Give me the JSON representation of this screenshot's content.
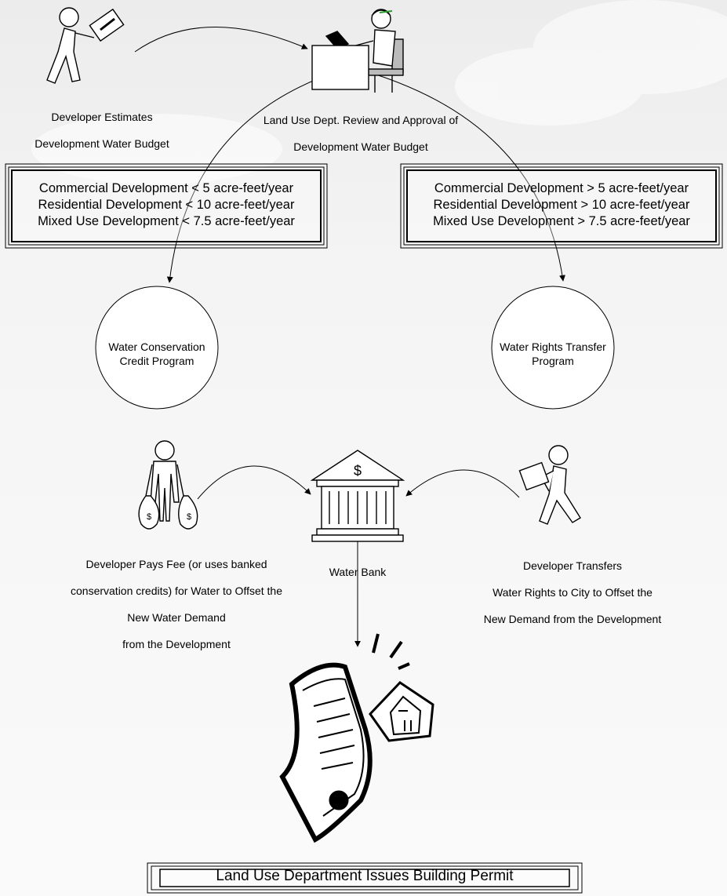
{
  "developer_estimates": {
    "line1": "Developer Estimates",
    "line2": "Development Water Budget"
  },
  "land_use_review": {
    "line1": "Land Use Dept. Review and Approval of",
    "line2": "Development Water Budget"
  },
  "criteria_left": [
    "Commercial Development < 5 acre-feet/year",
    "Residential Development < 10 acre-feet/year",
    "Mixed Use Development < 7.5 acre-feet/year"
  ],
  "criteria_right": [
    "Commercial Development > 5 acre-feet/year",
    "Residential Development > 10 acre-feet/year",
    "Mixed Use Development > 7.5 acre-feet/year"
  ],
  "program_left": {
    "line1": "Water Conservation",
    "line2": "Credit Program"
  },
  "program_right": {
    "line1": "Water Rights Transfer",
    "line2": "Program"
  },
  "developer_pays": {
    "line1": "Developer Pays Fee (or uses banked",
    "line2": "conservation credits) for Water to Offset the",
    "line3": "New Water Demand",
    "line4": "from the Development"
  },
  "water_bank": {
    "label": "Water Bank",
    "symbol": "$"
  },
  "developer_transfers": {
    "line1": "Developer Transfers",
    "line2": "Water Rights to City to Offset the",
    "line3": "New Demand from the Development"
  },
  "money_bag_symbol": "$",
  "permit_label": "Land Use Department Issues Building Permit",
  "icons": [
    "walking-person-with-envelope-icon",
    "clerk-at-desk-icon",
    "person-with-money-bags-icon",
    "bank-building-icon",
    "person-carrying-box-icon",
    "permit-document-house-icon"
  ]
}
